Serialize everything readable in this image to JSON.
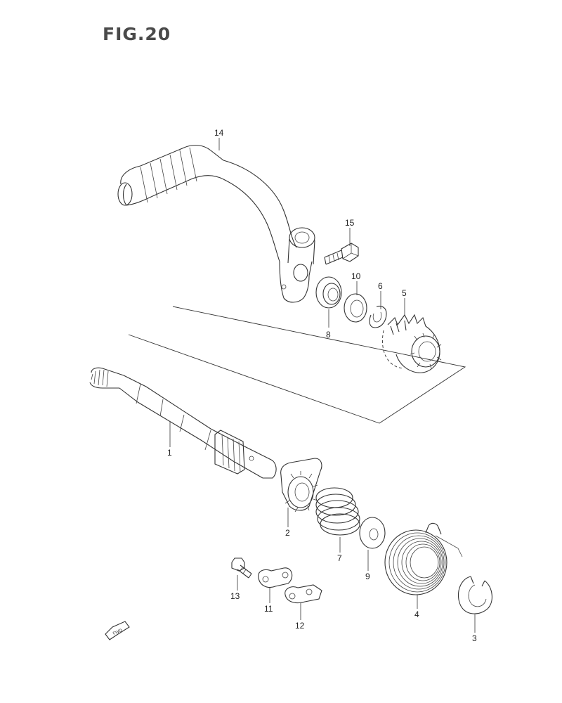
{
  "figure": {
    "title": "FIG.20",
    "fwd_label": "FWD"
  },
  "parts": [
    {
      "number": "1"
    },
    {
      "number": "2"
    },
    {
      "number": "3"
    },
    {
      "number": "4"
    },
    {
      "number": "5"
    },
    {
      "number": "6"
    },
    {
      "number": "7"
    },
    {
      "number": "8"
    },
    {
      "number": "9"
    },
    {
      "number": "10"
    },
    {
      "number": "11"
    },
    {
      "number": "12"
    },
    {
      "number": "13"
    },
    {
      "number": "14"
    },
    {
      "number": "15"
    }
  ]
}
